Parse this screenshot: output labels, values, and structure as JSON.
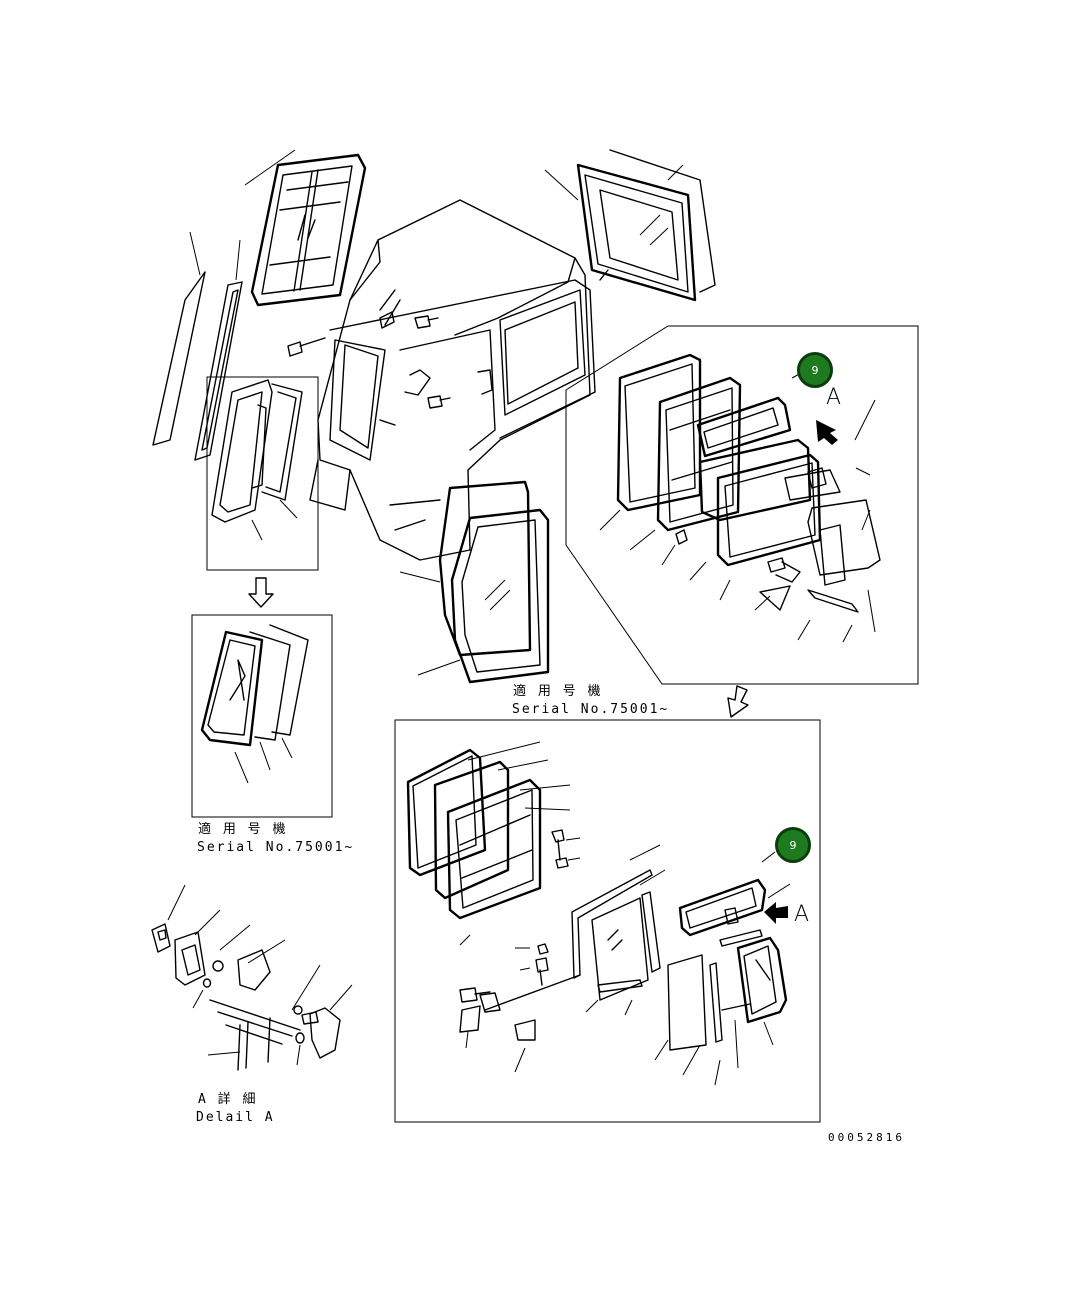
{
  "figure_number": "00052816",
  "callout_badges": [
    {
      "label": "9"
    },
    {
      "label": "9"
    }
  ],
  "detail_markers": [
    {
      "label": "A"
    },
    {
      "label": "A"
    }
  ],
  "serial_notes": [
    {
      "line1": "適 用 号 機",
      "line2": "Serial No.75001~"
    },
    {
      "line1": "適 用 号 機",
      "line2": "Serial No.75001~"
    }
  ],
  "detail_caption": {
    "line1": "A 詳 細",
    "line2": "Delail A"
  }
}
